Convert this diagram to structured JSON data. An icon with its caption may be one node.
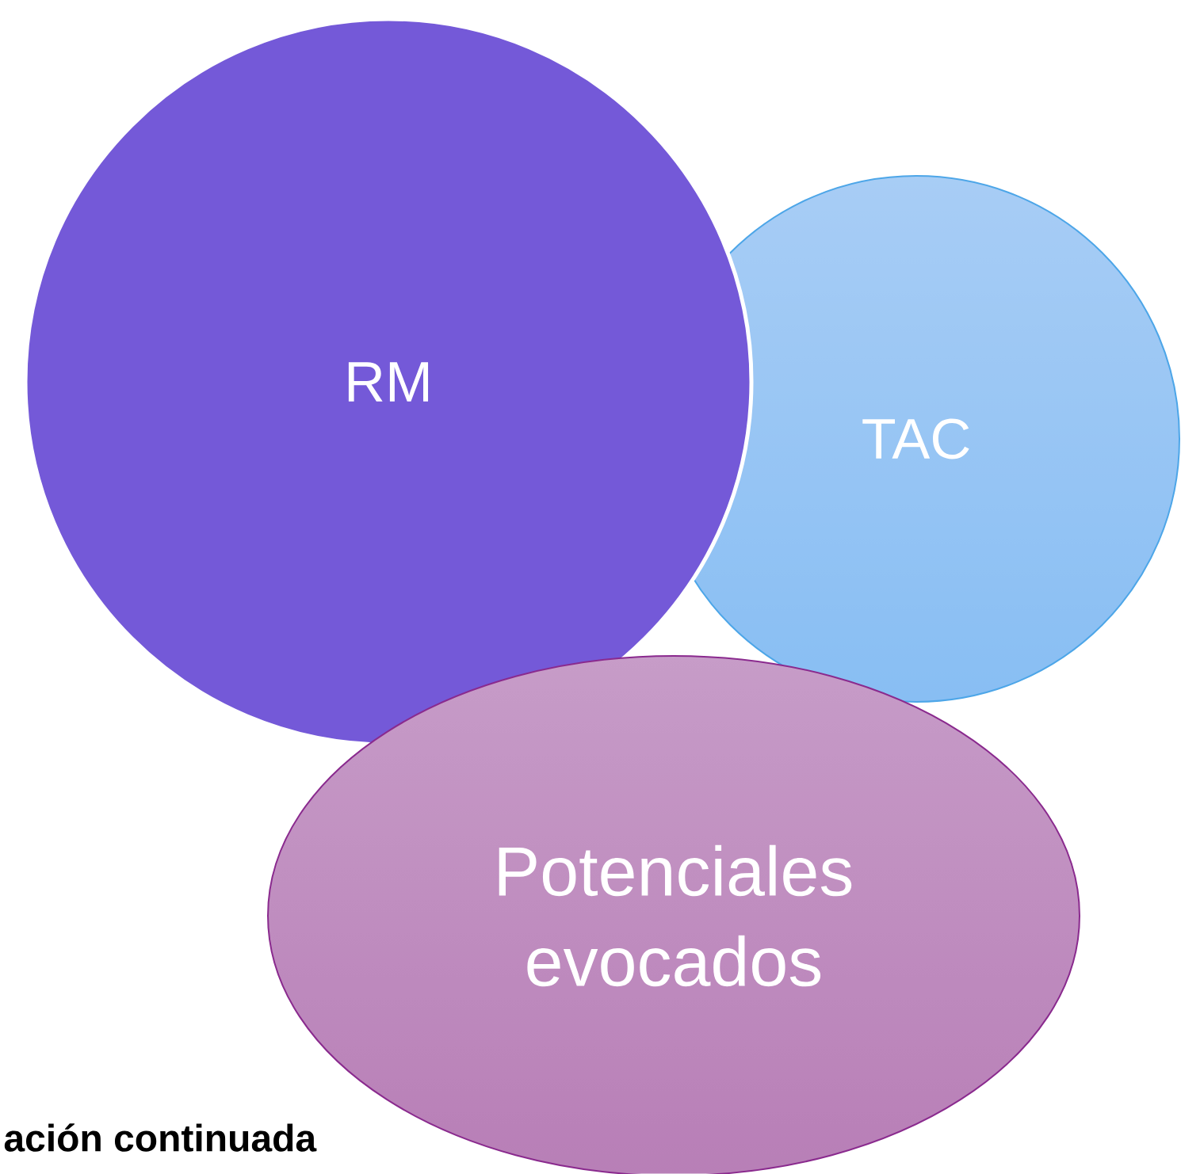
{
  "diagram": {
    "nodes": [
      {
        "text": [
          "RM"
        ]
      },
      {
        "text": [
          "TAC"
        ]
      },
      {
        "text": [
          "Potenciales evocados"
        ]
      }
    ],
    "labels": [
      "ación continuada"
    ]
  }
}
